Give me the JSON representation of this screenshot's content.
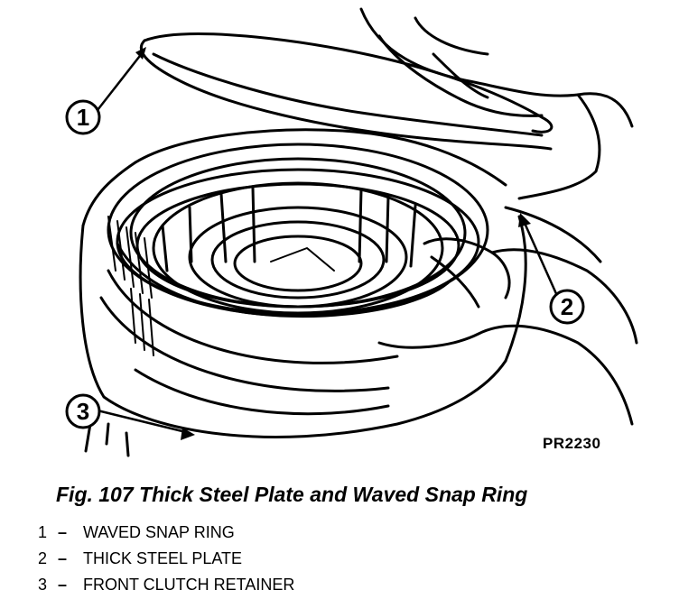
{
  "figure": {
    "ref_code": "PR2230",
    "caption": "Fig. 107 Thick Steel Plate and Waved Snap Ring",
    "callouts": [
      "1",
      "2",
      "3"
    ]
  },
  "legend": [
    {
      "num": "1",
      "dash": "–",
      "label": "WAVED SNAP RING"
    },
    {
      "num": "2",
      "dash": "–",
      "label": "THICK STEEL PLATE"
    },
    {
      "num": "3",
      "dash": "–",
      "label": "FRONT CLUTCH RETAINER"
    }
  ]
}
